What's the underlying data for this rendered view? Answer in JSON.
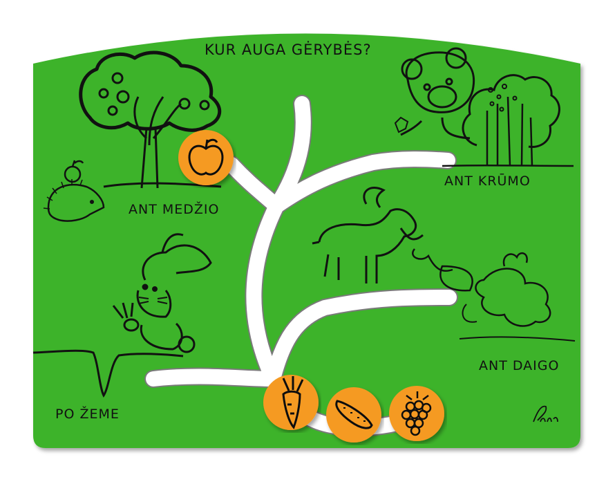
{
  "title": "KUR AUGA GĖRYBĖS?",
  "labels": {
    "tree": "ANT MEDŽIO",
    "bush": "ANT KRŪMO",
    "sprout": "ANT DAIGO",
    "ground": "PO ŽEME"
  },
  "signature": "Pewa",
  "colors": {
    "board_green": "#3db32b",
    "path_white": "#ffffff",
    "token_orange": "#f59a23",
    "outline": "#111111"
  },
  "tokens": [
    "apple-icon",
    "carrot-icon",
    "cucumber-icon",
    "raspberry-icon"
  ]
}
